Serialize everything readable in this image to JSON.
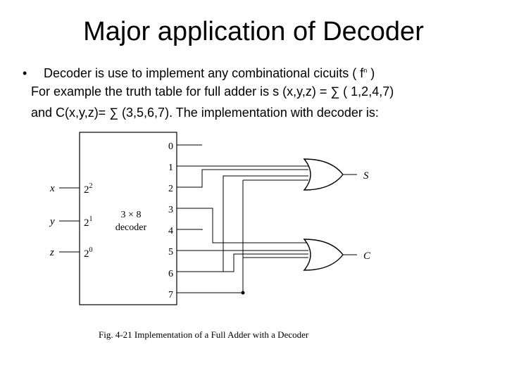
{
  "slide": {
    "title": "Major application of Decoder",
    "bullet_marker": "•",
    "bullet_text_a": "Decoder is use to implement any combinational cicuits ( f",
    "bullet_sup": "n",
    "bullet_text_b": " )",
    "line2": "For example the truth table for full adder is s (x,y,z) = ∑ ( 1,2,4,7)",
    "line3": "and C(x,y,z)= ∑ (3,5,6,7). The implementation with decoder is:"
  },
  "diagram": {
    "inputs": [
      "x",
      "y",
      "z"
    ],
    "input_weights": [
      "2",
      "2",
      "2"
    ],
    "input_exponents": [
      "2",
      "1",
      "0"
    ],
    "decoder_label_line1": "3 × 8",
    "decoder_label_line2": "decoder",
    "outputs": [
      "0",
      "1",
      "2",
      "3",
      "4",
      "5",
      "6",
      "7"
    ],
    "sum_output": "S",
    "carry_output": "C",
    "caption": "Fig. 4-21  Implementation of a Full Adder with a Decoder"
  }
}
